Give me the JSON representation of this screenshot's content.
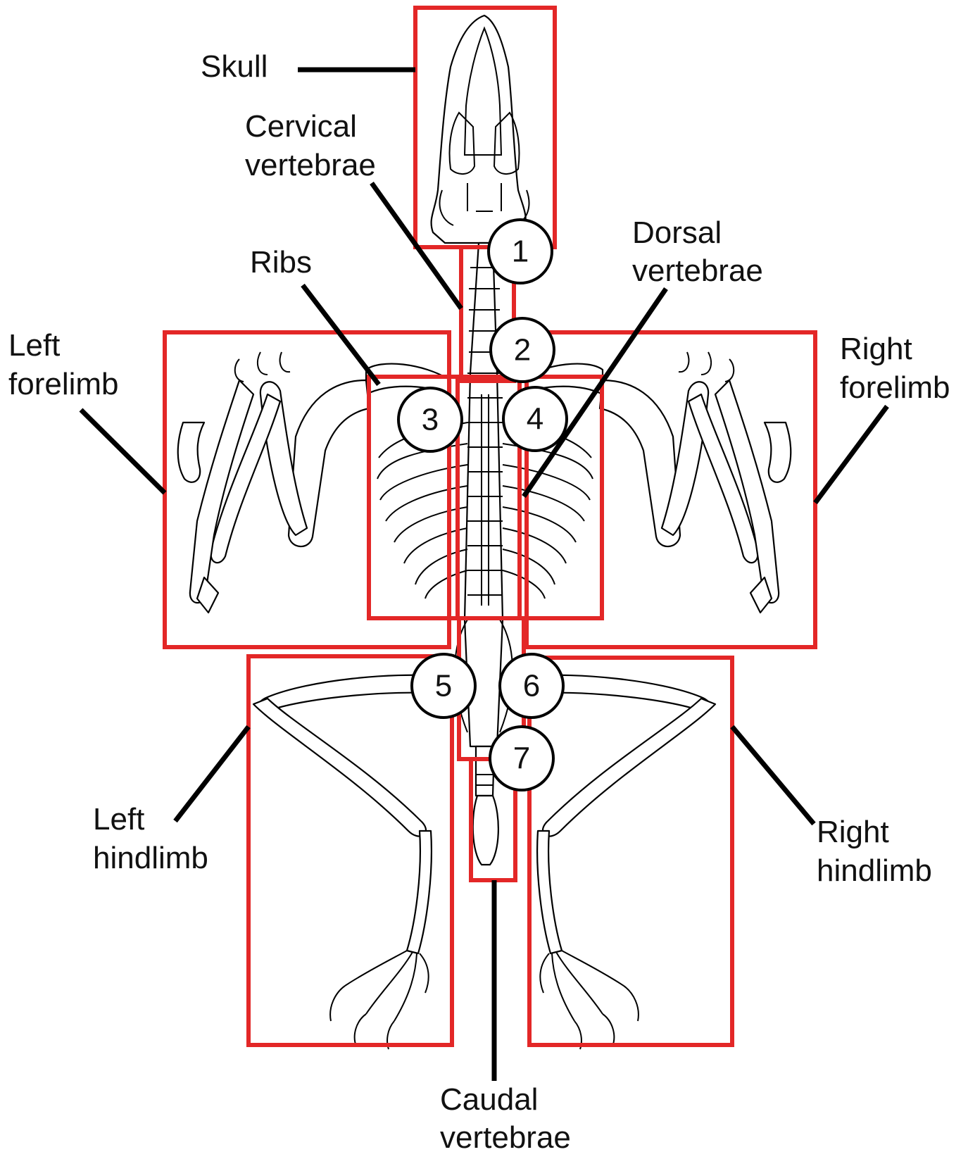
{
  "colors": {
    "box": "#e32727",
    "line": "#000000",
    "background": "#ffffff"
  },
  "labels": {
    "skull": "Skull",
    "cervical_1": "Cervical",
    "cervical_2": "vertebrae",
    "ribs": "Ribs",
    "dorsal_1": "Dorsal",
    "dorsal_2": "vertebrae",
    "left_forelimb_1": "Left",
    "left_forelimb_2": "forelimb",
    "right_forelimb_1": "Right",
    "right_forelimb_2": "forelimb",
    "left_hindlimb_1": "Left",
    "left_hindlimb_2": "hindlimb",
    "right_hindlimb_1": "Right",
    "right_hindlimb_2": "hindlimb",
    "caudal_1": "Caudal",
    "caudal_2": "vertebrae"
  },
  "badges": [
    "1",
    "2",
    "3",
    "4",
    "5",
    "6",
    "7"
  ]
}
